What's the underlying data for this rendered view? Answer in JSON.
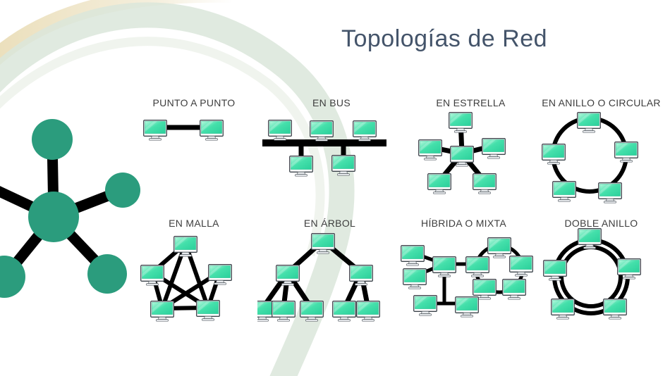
{
  "slide": {
    "title": "Topologías de Red",
    "title_color": "#44546A",
    "label_color": "#3D3D3D",
    "accent_color": "#2B9C7D",
    "monitor_screen_color": "#3FDFA9",
    "connector_color": "#000000",
    "background_color": "#FFFFFF"
  },
  "decoration": {
    "hub_graphic": "network-hub-with-5-spokes",
    "hub_color": "#2B9C7D",
    "arc_green_color": "#DAE6DB",
    "arc_beige_color": "#E9DCB5"
  },
  "topologies": [
    {
      "id": "punto-a-punto",
      "label": "PUNTO A PUNTO",
      "device_count": 2
    },
    {
      "id": "en-bus",
      "label": "EN BUS",
      "device_count": 5
    },
    {
      "id": "en-estrella",
      "label": "EN ESTRELLA",
      "device_count": 6
    },
    {
      "id": "en-anillo",
      "label": "EN ANILLO O CIRCULAR",
      "device_count": 5
    },
    {
      "id": "en-malla",
      "label": "EN MALLA",
      "device_count": 5
    },
    {
      "id": "en-arbol",
      "label": "EN ÁRBOL",
      "device_count": 8
    },
    {
      "id": "hibrida",
      "label": "HÍBRIDA O MIXTA",
      "device_count": 10
    },
    {
      "id": "doble-anillo",
      "label": "DOBLE ANILLO",
      "device_count": 5
    }
  ]
}
